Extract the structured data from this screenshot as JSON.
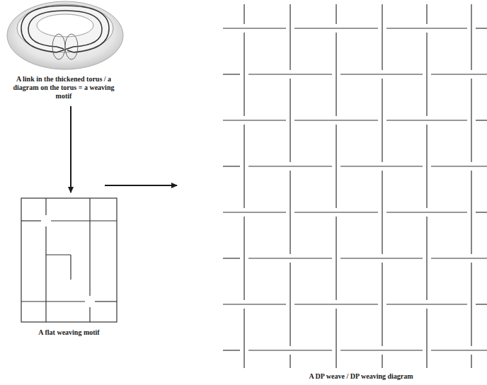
{
  "diagram": {
    "labels": [
      "A link in the thickened torus / a diagram on the torus = a weaving motif",
      "A flat weaving motif",
      "A DP weave / DP weaving diagram"
    ]
  }
}
